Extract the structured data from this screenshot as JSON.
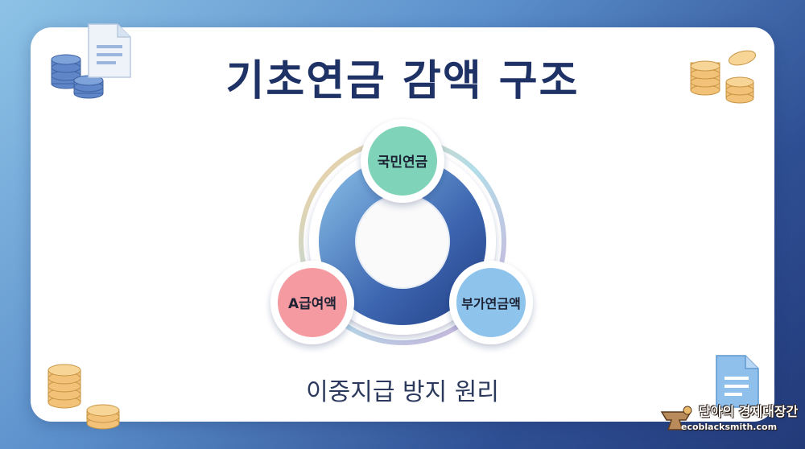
{
  "title": "기초연금 감액 구조",
  "subtitle": "이중지급 방지 원리",
  "nodes": {
    "top": "국민연금",
    "left": "A급여액",
    "right": "부가연금액"
  },
  "watermark": {
    "name": "단아의 경제대장간",
    "url": "ecoblacksmith.com"
  },
  "colors": {
    "title": "#1f3266",
    "node_top": "#7ed3b8",
    "node_left": "#f49aa0",
    "node_right": "#8ec3ec",
    "ring": "#3d66b0"
  }
}
